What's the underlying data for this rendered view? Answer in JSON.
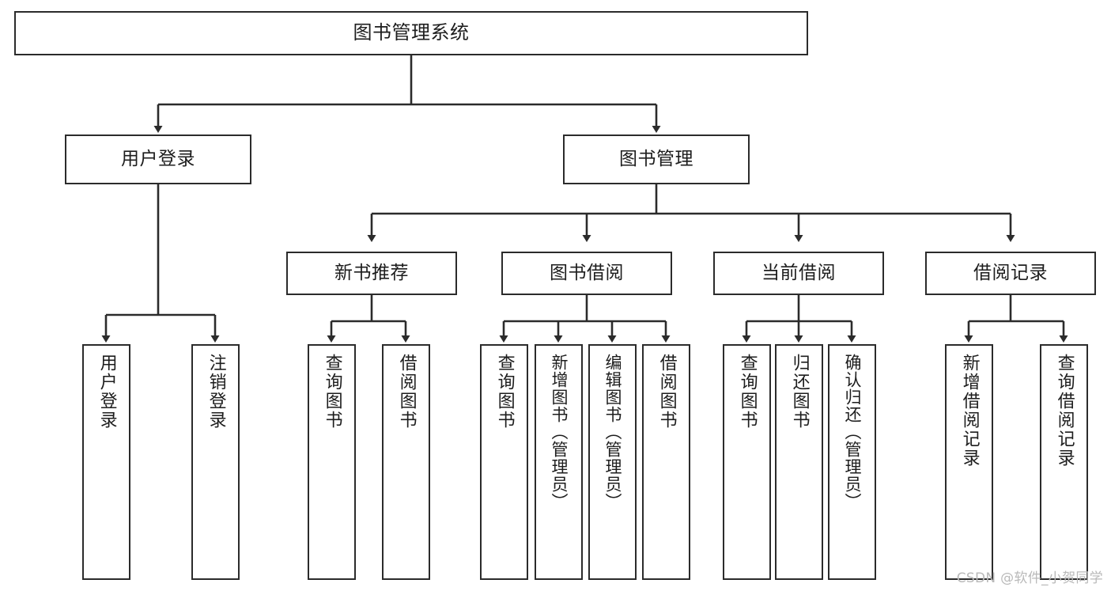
{
  "diagram": {
    "title": "图书管理系统",
    "type": "hierarchy-tree",
    "watermark": "CSDN @软件_小贺同学",
    "colors": {
      "box_border": "#2b2b2b",
      "box_fill": "#ffffff",
      "connector": "#2b2b2b",
      "text": "#1d1d1d",
      "watermark": "#b9b9b9"
    },
    "root": {
      "label": "图书管理系统"
    },
    "level2": [
      {
        "label": "用户登录"
      },
      {
        "label": "图书管理"
      }
    ],
    "level3": [
      {
        "label": "新书推荐"
      },
      {
        "label": "图书借阅"
      },
      {
        "label": "当前借阅"
      },
      {
        "label": "借阅记录"
      }
    ],
    "leaves": {
      "user_login": [
        {
          "label": "用户登录"
        },
        {
          "label": "注销登录"
        }
      ],
      "new_book_recommend": [
        {
          "label": "查询图书"
        },
        {
          "label": "借阅图书"
        }
      ],
      "book_borrow": [
        {
          "label": "查询图书"
        },
        {
          "label": "新增图书（管理员）"
        },
        {
          "label": "编辑图书（管理员）"
        },
        {
          "label": "借阅图书"
        }
      ],
      "current_borrow": [
        {
          "label": "查询图书"
        },
        {
          "label": "归还图书"
        },
        {
          "label": "确认归还（管理员）"
        }
      ],
      "borrow_record": [
        {
          "label": "新增借阅记录"
        },
        {
          "label": "查询借阅记录"
        }
      ]
    }
  }
}
